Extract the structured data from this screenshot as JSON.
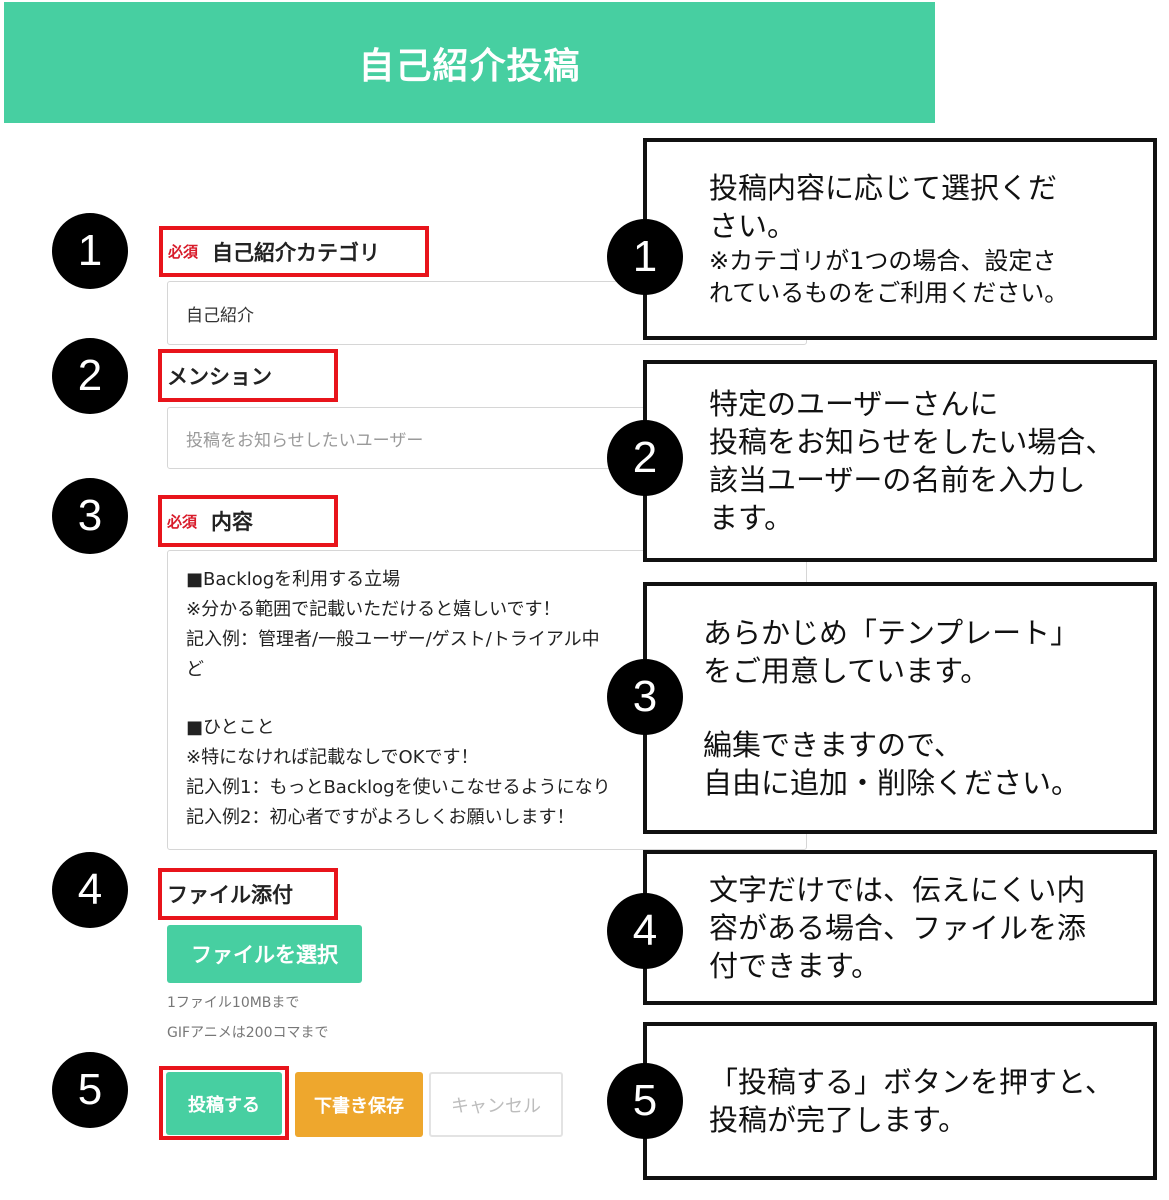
{
  "header": {
    "title": "自己紹介投稿"
  },
  "steps": [
    "1",
    "2",
    "3",
    "4",
    "5"
  ],
  "form": {
    "category": {
      "required_badge": "必須",
      "label": "自己紹介カテゴリ",
      "value": "自己紹介"
    },
    "mention": {
      "label": "メンション",
      "placeholder": "投稿をお知らせしたいユーザー"
    },
    "content": {
      "required_badge": "必須",
      "label": "内容",
      "lines": [
        "■Backlogを利用する立場",
        "※分かる範囲で記載いただけると嬉しいです！",
        "記入例：管理者/一般ユーザー/ゲスト/トライアル中",
        "ど",
        "",
        "■ひとこと",
        "※特になければ記載なしでOKです！",
        "記入例1：もっとBacklogを使いこなせるようになり",
        "記入例2：初心者ですがよろしくお願いします！"
      ]
    },
    "attachment": {
      "label": "ファイル添付",
      "button": "ファイルを選択",
      "notes": [
        "1ファイル10MBまで",
        "GIFアニメは200コマまで"
      ]
    },
    "actions": {
      "submit": "投稿する",
      "draft": "下書き保存",
      "cancel": "キャンセル"
    }
  },
  "callouts": {
    "c1": {
      "lines": [
        "投稿内容に応じて選択くだ",
        "さい。"
      ],
      "note_lines": [
        "※カテゴリが1つの場合、設定さ",
        "れているものをご利用ください。"
      ]
    },
    "c2": {
      "lines": [
        "特定のユーザーさんに",
        "投稿をお知らせをしたい場合、",
        "該当ユーザーの名前を入力し",
        "ます。"
      ]
    },
    "c3": {
      "lines_a": [
        "あらかじめ「テンプレート」",
        "をご用意しています。"
      ],
      "lines_b": [
        "編集できますので、",
        "自由に追加・削除ください。"
      ]
    },
    "c4": {
      "lines": [
        "文字だけでは、伝えにくい内",
        "容がある場合、ファイルを添",
        "付できます。"
      ]
    },
    "c5": {
      "lines": [
        "「投稿する」ボタンを押すと、",
        "投稿が完了します。"
      ]
    }
  }
}
